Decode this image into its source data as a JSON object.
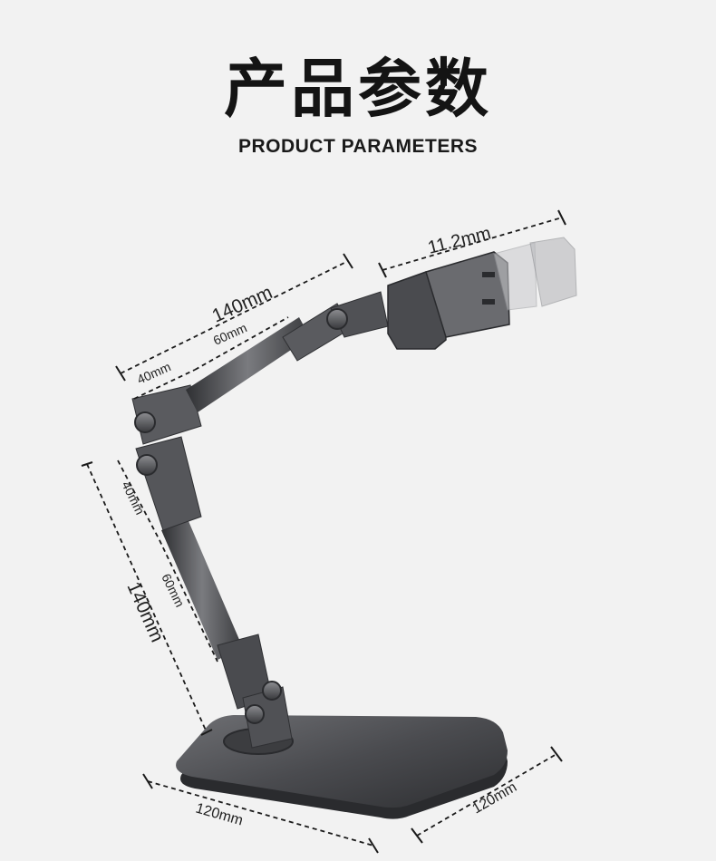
{
  "heading": {
    "title": "产品参数",
    "subtitle": "PRODUCT PARAMETERS"
  },
  "dimensions": {
    "upper_arm_total": "140mm",
    "upper_arm_segment_a": "40mm",
    "upper_arm_segment_b": "60mm",
    "clamp_width": "11.2mm",
    "lower_arm_segment_a": "40mm",
    "lower_arm_segment_b": "60mm",
    "lower_arm_total": "140mm",
    "base_width": "120mm",
    "base_depth": "120mm"
  },
  "colors": {
    "background": "#f2f2f2",
    "metal_dark": "#3c3d40",
    "metal_mid": "#5a5b5f",
    "metal_light": "#8a8b8f",
    "dimension_line": "#1a1a1a"
  }
}
